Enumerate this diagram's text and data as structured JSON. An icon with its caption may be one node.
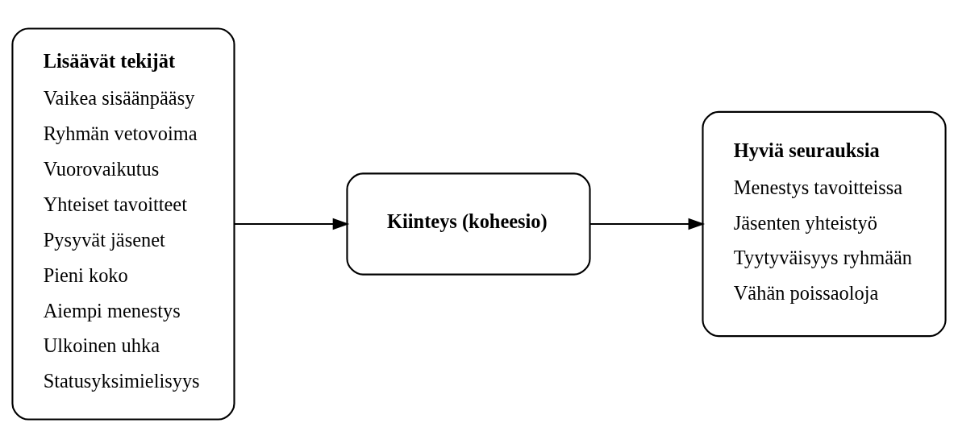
{
  "diagram": {
    "nodes": [
      {
        "text": [
          "Lisäävät tekijät",
          "Vaikea sisäänpääsy",
          "Ryhmän vetovoima",
          "Vuorovaikutus",
          "Yhteiset tavoitteet",
          "Pysyvät jäsenet",
          "Pieni koko",
          "Aiempi menestys",
          "Ulkoinen uhka",
          "Statusyksimielisyys"
        ]
      },
      {
        "text": [
          "Kiinteys (koheesio)"
        ]
      },
      {
        "text": [
          "Hyviä seurauksia",
          "Menestys tavoitteissa",
          "Jäsenten yhteistyö",
          "Tyytyväisyys ryhmään",
          "Vähän poissaoloja"
        ]
      }
    ],
    "edges": [
      {
        "from": 0,
        "to": 1,
        "arrow": "to"
      },
      {
        "from": 1,
        "to": 2,
        "arrow": "to"
      }
    ]
  }
}
